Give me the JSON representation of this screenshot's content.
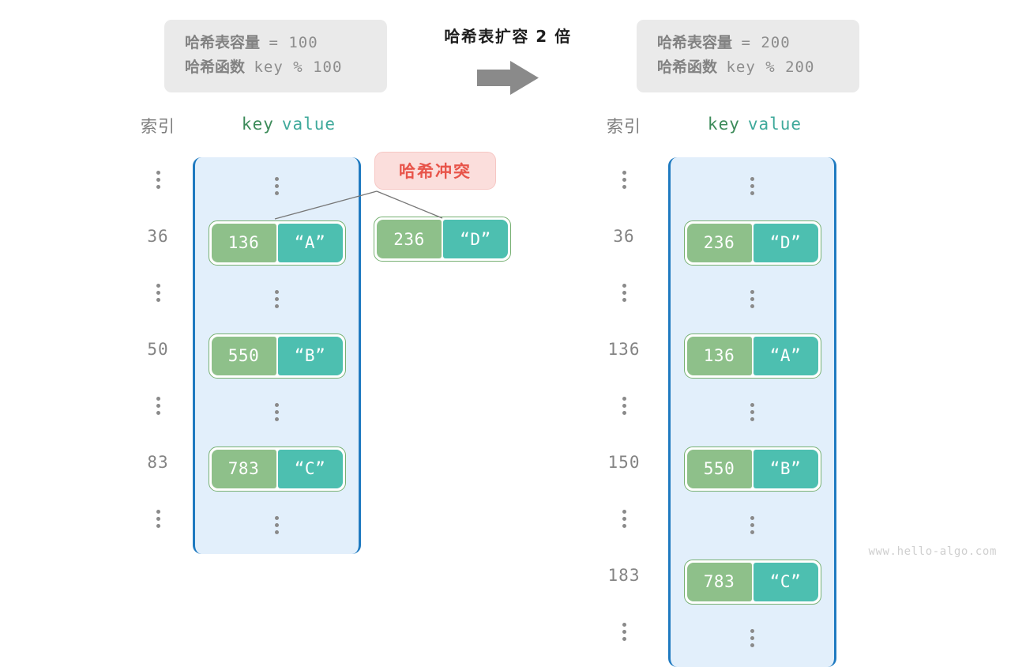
{
  "transform": {
    "caption": "哈希表扩容 2 倍",
    "arrow_icon": "arrow-right-icon"
  },
  "info_left": {
    "capacity_label": "哈希表容量",
    "capacity_value": "= 100",
    "function_label": "哈希函数",
    "function_value": "key % 100"
  },
  "info_right": {
    "capacity_label": "哈希表容量",
    "capacity_value": "= 200",
    "function_label": "哈希函数",
    "function_value": "key % 200"
  },
  "headers": {
    "index": "索引",
    "key": "key",
    "value": "value"
  },
  "collision": {
    "badge_label": "哈希冲突",
    "entry": {
      "key": "236",
      "value": "“D”"
    }
  },
  "table_left": {
    "rows": [
      {
        "index": "⋮",
        "type": "dots"
      },
      {
        "index": "36",
        "type": "entry",
        "key": "136",
        "value": "“A”"
      },
      {
        "index": "⋮",
        "type": "dots"
      },
      {
        "index": "50",
        "type": "entry",
        "key": "550",
        "value": "“B”"
      },
      {
        "index": "⋮",
        "type": "dots"
      },
      {
        "index": "83",
        "type": "entry",
        "key": "783",
        "value": "“C”"
      },
      {
        "index": "⋮",
        "type": "dots"
      }
    ]
  },
  "table_right": {
    "rows": [
      {
        "index": "⋮",
        "type": "dots"
      },
      {
        "index": "36",
        "type": "entry",
        "key": "236",
        "value": "“D”"
      },
      {
        "index": "⋮",
        "type": "dots"
      },
      {
        "index": "136",
        "type": "entry",
        "key": "136",
        "value": "“A”"
      },
      {
        "index": "⋮",
        "type": "dots"
      },
      {
        "index": "150",
        "type": "entry",
        "key": "550",
        "value": "“B”"
      },
      {
        "index": "⋮",
        "type": "dots"
      },
      {
        "index": "183",
        "type": "entry",
        "key": "783",
        "value": "“C”"
      },
      {
        "index": "⋮",
        "type": "dots"
      }
    ]
  },
  "watermark": "www.hello-algo.com",
  "colors": {
    "key_cell": "#8ec08a",
    "value_cell": "#4dbfb0",
    "panel_fill": "#e2effb",
    "panel_border": "#1f7ac0",
    "collision_accent": "#e8544a",
    "info_box_bg": "#eaeaea"
  }
}
